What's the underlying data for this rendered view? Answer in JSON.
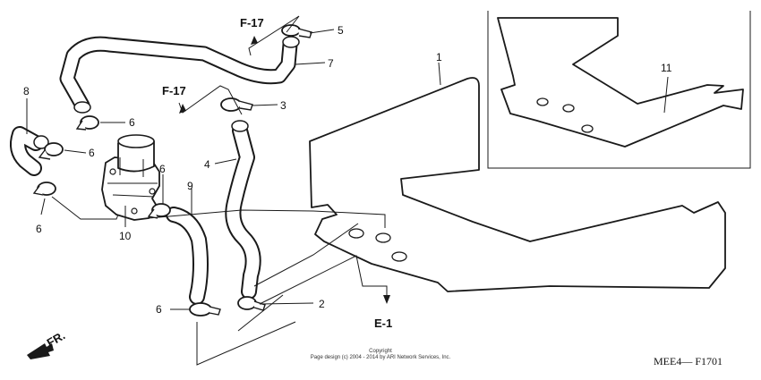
{
  "callouts": {
    "c1": "1",
    "c2": "2",
    "c3": "3",
    "c4": "4",
    "c5": "5",
    "c6a": "6",
    "c6b": "6",
    "c6c": "6",
    "c6d": "6",
    "c6e": "6",
    "c7": "7",
    "c8": "8",
    "c9": "9",
    "c10": "10",
    "c11": "11"
  },
  "references": {
    "f17_top": "F-17",
    "f17_mid": "F-17",
    "e1": "E-1",
    "fr": "FR."
  },
  "copyright": {
    "line1": "Copyright",
    "line2": "Page design (c) 2004 - 2014 by ARI Network Services, Inc."
  },
  "diagram_code": "MEE4— F1701"
}
